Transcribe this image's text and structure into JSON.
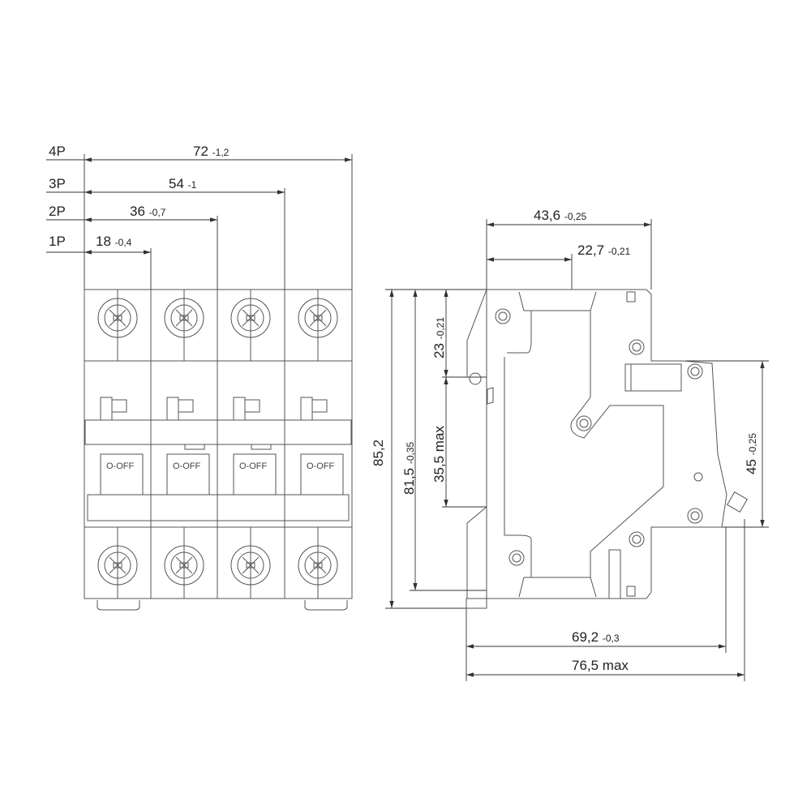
{
  "front_view": {
    "pole_labels": [
      "4P",
      "3P",
      "2P",
      "1P"
    ],
    "widths": [
      {
        "value": "72",
        "tol": "-1,2"
      },
      {
        "value": "54",
        "tol": "-1"
      },
      {
        "value": "36",
        "tol": "-0,7"
      },
      {
        "value": "18",
        "tol": "-0,4"
      }
    ],
    "handle_label": "O-OFF"
  },
  "side_view": {
    "depth_top": {
      "value": "43,6",
      "tol": "-0,25"
    },
    "depth_inner": {
      "value": "22,7",
      "tol": "-0,21"
    },
    "height_total": {
      "value": "85,2"
    },
    "height_body": {
      "value": "81,5",
      "tol": "-0,35"
    },
    "top_offset": {
      "value": "23",
      "tol": "-0,21"
    },
    "rail_zone": {
      "value": "35,5 max"
    },
    "front_height": {
      "value": "45",
      "tol": "-0,25"
    },
    "length_body": {
      "value": "69,2",
      "tol": "-0,3"
    },
    "length_max": {
      "value": "76,5 max"
    }
  }
}
